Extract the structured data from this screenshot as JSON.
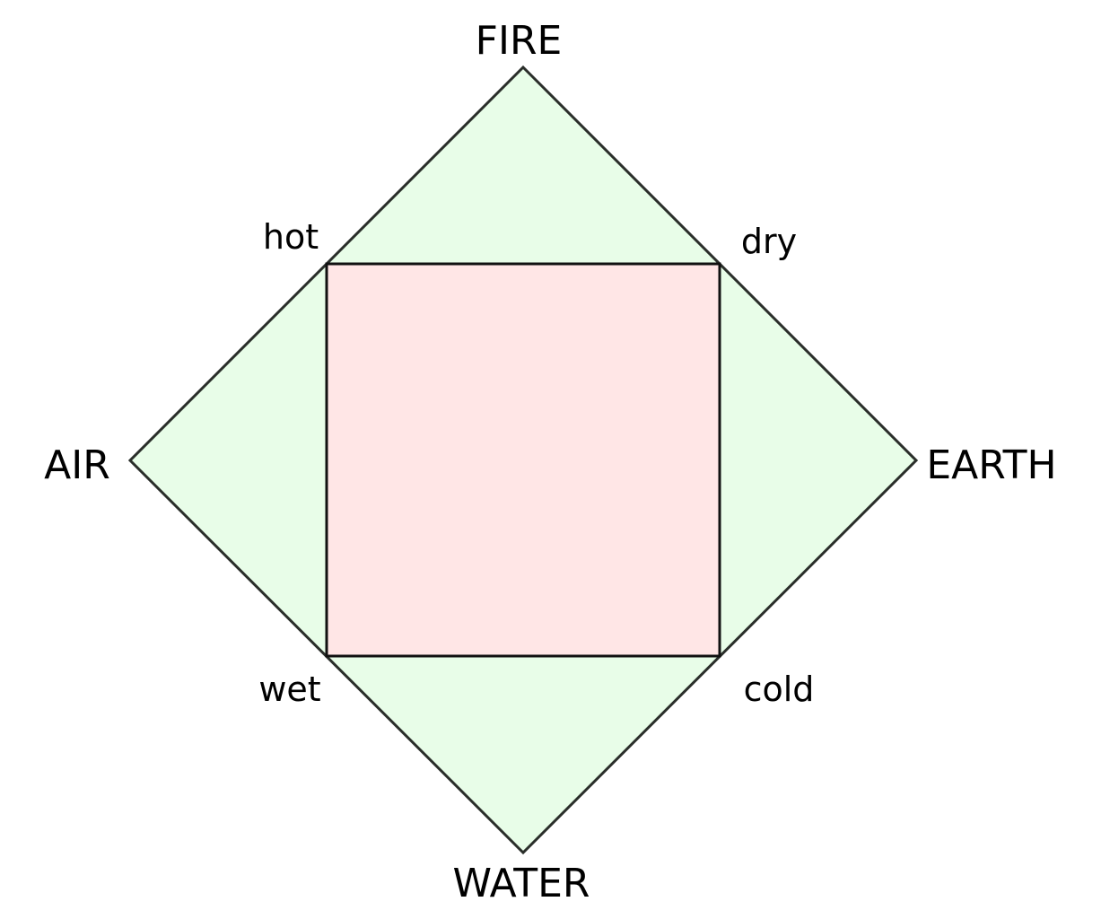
{
  "elements": {
    "top": "FIRE",
    "left": "AIR",
    "right": "EARTH",
    "bottom": "WATER"
  },
  "qualities": {
    "top_left": "hot",
    "top_right": "dry",
    "bottom_left": "wet",
    "bottom_right": "cold"
  },
  "colors": {
    "diamond_fill": "#e8fde8",
    "diamond_stroke": "#2a2e2a",
    "square_fill": "#ffe6e6",
    "square_stroke": "#111111"
  }
}
